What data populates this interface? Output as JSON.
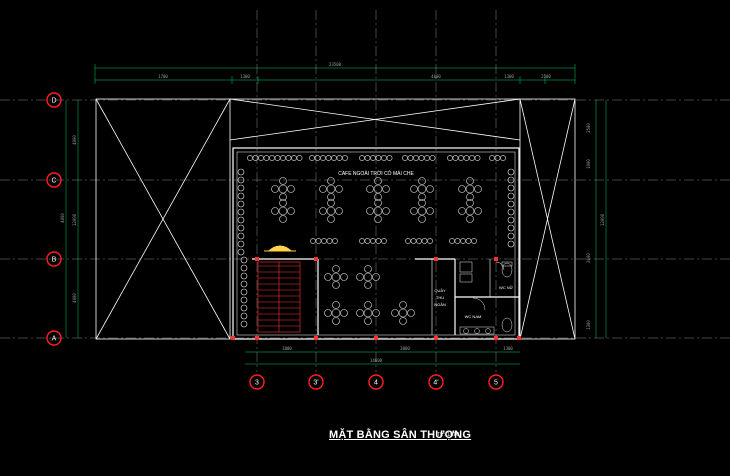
{
  "title": "MẶT BẰNG SÂN THƯỢNG",
  "scale_label": "TL : 1/100",
  "grid_rows": [
    "D",
    "C",
    "B",
    "A"
  ],
  "grid_cols": [
    "3",
    "3'",
    "4",
    "4'",
    "5"
  ],
  "dims_top": [
    "1700",
    "1300",
    "23500",
    "4000",
    "1300",
    "2500"
  ],
  "dims_bottom": [
    "3000",
    "3800",
    "14600",
    "1300"
  ],
  "dims_left": [
    "4000",
    "12000",
    "4000",
    "4000"
  ],
  "dims_right": [
    "2500",
    "1000",
    "12000",
    "3600",
    "1300"
  ],
  "room_labels": {
    "cafe": "CAFE NGOÀI TRỜI CÓ MÁI CHE",
    "cashier": [
      "QUẦY",
      "THU",
      "NGÂN"
    ],
    "wc_female": "WC NỮ",
    "wc_male": "WC NAM"
  },
  "colors": {
    "grid_bubble": "#ff2020",
    "dim": "#00e060",
    "wall": "#ffffff",
    "axis": "#909090",
    "stair": "#ff3030",
    "furniture": "#e8e8e8",
    "marker": "#ffd24a"
  }
}
